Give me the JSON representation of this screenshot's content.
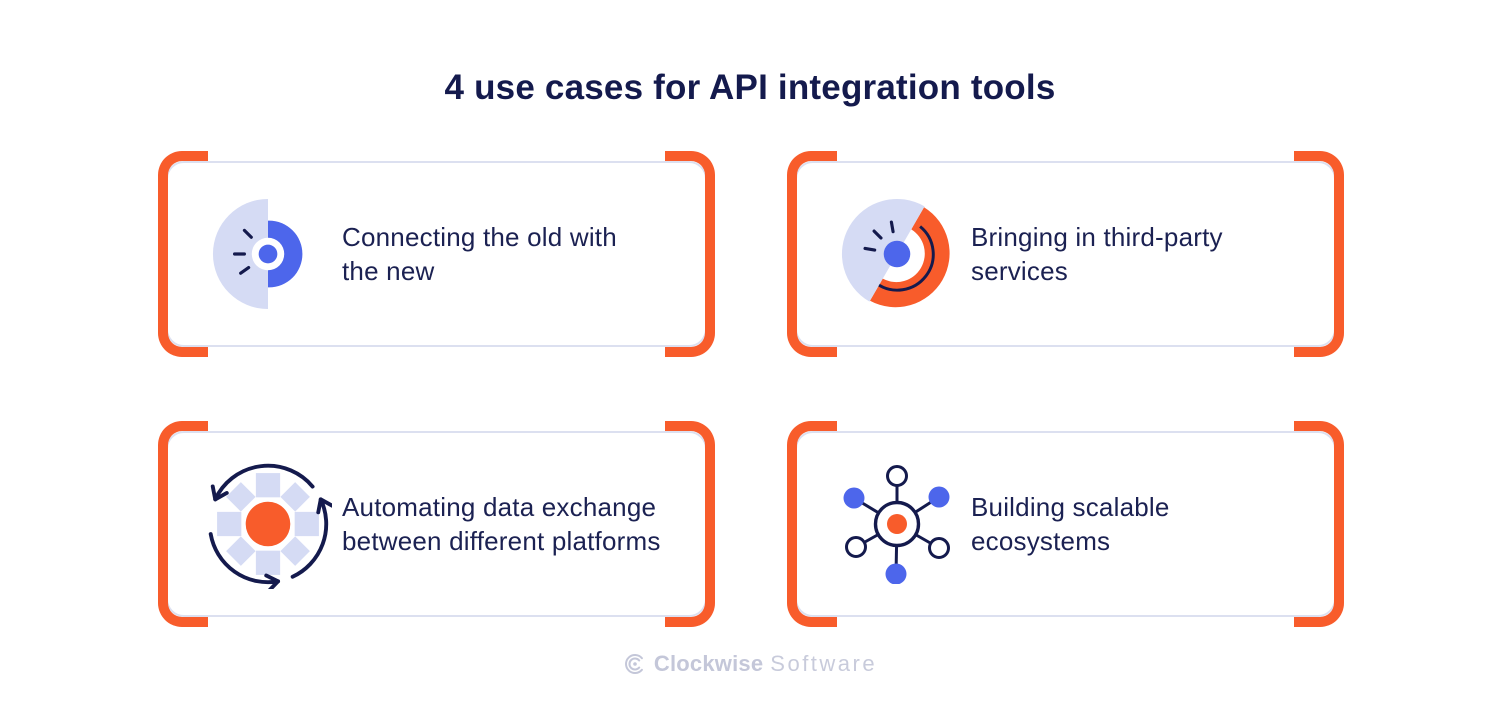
{
  "title": "4 use cases for API integration tools",
  "colors": {
    "orange": "#F85C2B",
    "blue": "#4D66EB",
    "lavender": "#D5DBF4",
    "navy": "#141A4D",
    "text": "#1B2152",
    "card-border": "#DCE0F0",
    "logo-gray": "#C4C7D9",
    "bg": "#FFFFFF"
  },
  "cards": [
    {
      "icon": "legacy-modern-connection-icon",
      "line1": "Connecting the old with",
      "line2": "the new"
    },
    {
      "icon": "gauge-icon",
      "line1": "Bringing in third-party",
      "line2": "services"
    },
    {
      "icon": "cycle-arrows-icon",
      "line1": "Automating data exchange",
      "line2": "between different platforms"
    },
    {
      "icon": "network-hub-icon",
      "line1": "Building scalable",
      "line2": "ecosystems"
    }
  ],
  "footer": {
    "brand_bold": "Clockwise",
    "brand_light": "Software"
  }
}
